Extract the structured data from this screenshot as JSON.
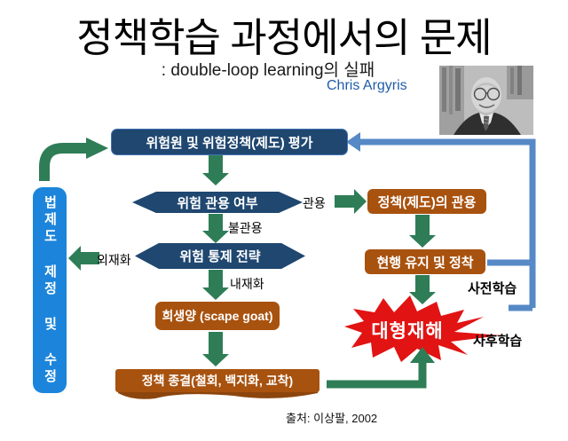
{
  "header": {
    "title": "정책학습 과정에서의 문제",
    "subtitle": ": double-loop learning의 실패",
    "author": "Chris Argyris"
  },
  "diagram": {
    "evaluation_box": "위험원 및 위험정책(제도) 평가",
    "risk_tolerance_decision": "위험 관용 여부",
    "risk_control_strategy": "위험 통제 전략",
    "scapegoat_box": "희생양 (scape goat)",
    "policy_termination_box": "정책 종결(철회, 백지화, 교착)",
    "law_revision_box": "법제도 제정 및 수정",
    "policy_tolerance_box": "정책(제도)의 관용",
    "status_quo_box": "현행 유지 및 정착",
    "disaster_burst": "대형재해",
    "labels": {
      "tolerated": "관용",
      "not_tolerated": "불관용",
      "externalization": "외재화",
      "internalization": "내재화",
      "ex_ante_learning": "사전학습",
      "ex_post_learning": "사후학습"
    }
  },
  "footer": {
    "source": "출처: 이상팔, 2002"
  },
  "colors": {
    "navy_box": "#1F4770",
    "brown_box": "#A8520F",
    "arrow_green": "#2E7D56",
    "left_box_blue": "#1C85DB",
    "loop_line_blue": "#5689C6",
    "disaster_red": "#E21313",
    "author_text_blue": "#1F5CA8"
  }
}
